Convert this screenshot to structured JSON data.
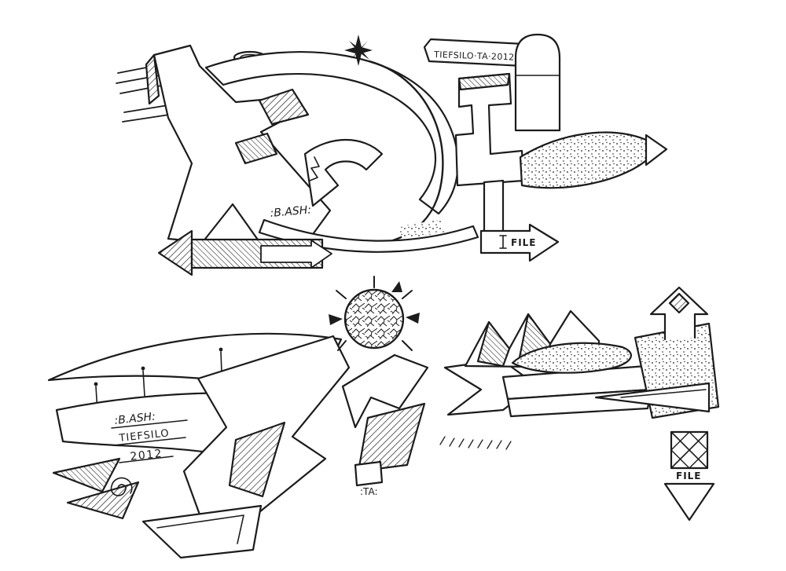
{
  "artwork": {
    "top": {
      "banner": "TIEFSILO·TA·2012",
      "tag": ":B.ASH:",
      "file": "FILE"
    },
    "bottom": {
      "tag": ":B.ASH:",
      "name": "TIEFSILO",
      "year": "2012",
      "ta": ":TA:",
      "file": "FILE"
    },
    "colors": {
      "ink": "#1c1c1c",
      "paper": "#ffffff"
    }
  }
}
